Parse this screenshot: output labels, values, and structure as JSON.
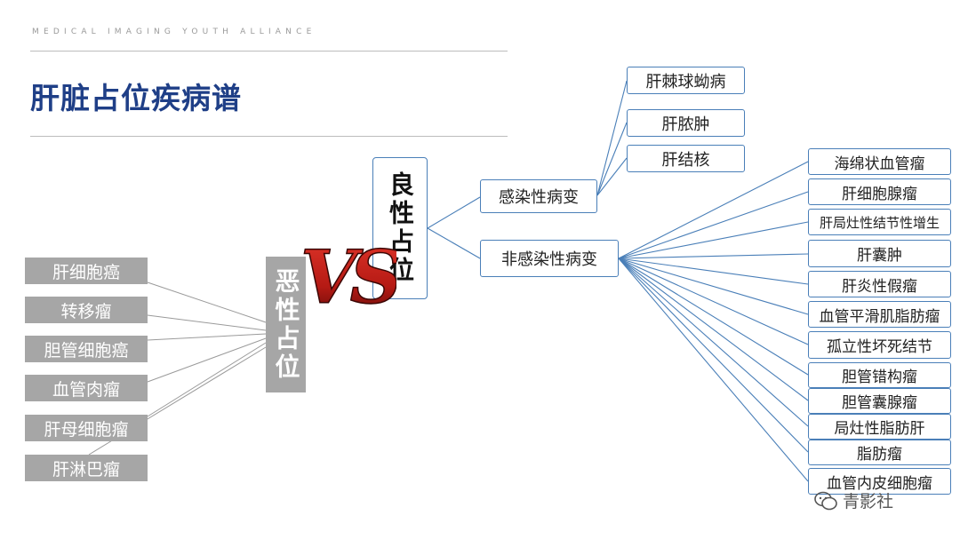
{
  "header": {
    "subtitle": "MEDICAL IMAGING YOUTH ALLIANCE",
    "title": "肝脏占位疾病谱"
  },
  "benign": {
    "label": "良性占位"
  },
  "malignant": {
    "label": "恶性占位",
    "items": [
      "肝细胞癌",
      "转移瘤",
      "胆管细胞癌",
      "血管肉瘤",
      "肝母细胞瘤",
      "肝淋巴瘤"
    ]
  },
  "vs_label": "VS",
  "infectious": {
    "label": "感染性病变",
    "items": [
      "肝棘球蚴病",
      "肝脓肿",
      "肝结核"
    ]
  },
  "noninfectious": {
    "label": "非感染性病变",
    "items": [
      "海绵状血管瘤",
      "肝细胞腺瘤",
      "肝局灶性结节性增生",
      "肝囊肿",
      "肝炎性假瘤",
      "血管平滑肌脂肪瘤",
      "孤立性坏死结节",
      "胆管错构瘤",
      "胆管囊腺瘤",
      "局灶性脂肪肝",
      "脂肪瘤",
      "血管内皮细胞瘤"
    ]
  },
  "watermark": {
    "text": "青影社",
    "icon": "wechat-icon"
  },
  "colors": {
    "title": "#1f3f87",
    "line": "#4a7fb8",
    "malignant_box": "#a6a6a6",
    "vs_red": "#c0201a"
  }
}
